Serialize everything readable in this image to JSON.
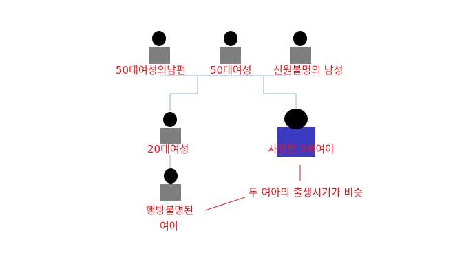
{
  "colors": {
    "label": "#e0191f",
    "line": "#8fb4cc",
    "body_gray": "#7f7f7f",
    "body_blue": "#3b3bc2",
    "head": "#000000"
  },
  "nodes": {
    "husband": {
      "label": "50대여성의남편",
      "icon": "person-icon"
    },
    "woman50": {
      "label": "50대여성",
      "icon": "person-icon"
    },
    "unknown_man": {
      "label": "신원불명의 남성",
      "icon": "person-icon"
    },
    "woman20": {
      "label": "20대여성",
      "icon": "person-icon"
    },
    "dead_girl": {
      "label": "사망한 3세여아",
      "icon": "person-icon"
    },
    "missing_girl": {
      "label_line1": "행방불명된",
      "label_line2": "여아",
      "icon": "person-icon"
    }
  },
  "annotation": {
    "text": "두 여아의 출생시기가 비슷"
  }
}
